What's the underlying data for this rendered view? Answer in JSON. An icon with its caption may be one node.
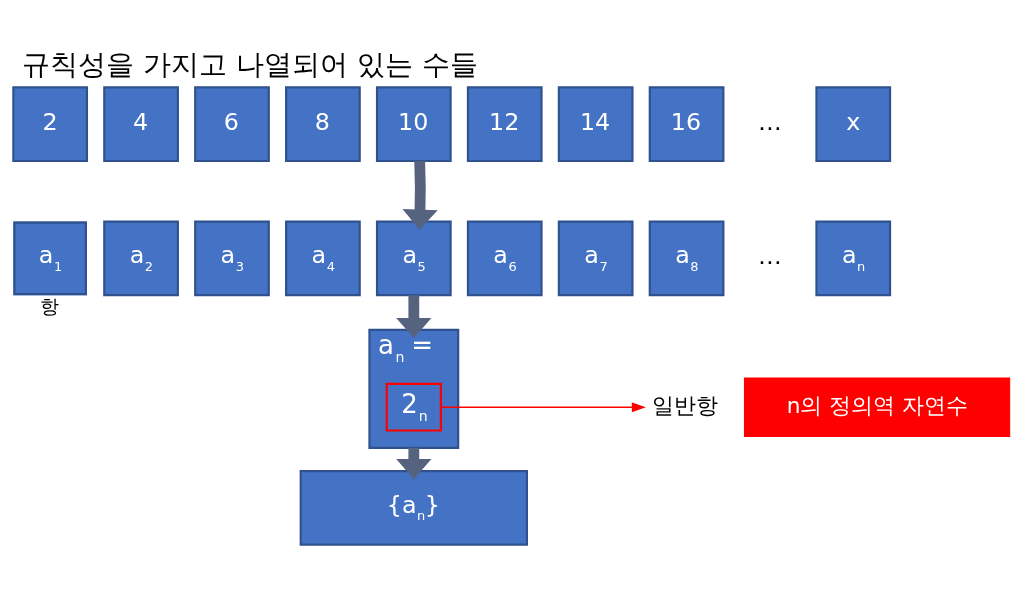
{
  "diagram": {
    "title": "규칙성을 가지고 나열되어 있는 수들",
    "nodes": [
      {
        "text": [
          "2"
        ]
      },
      {
        "text": [
          "4"
        ]
      },
      {
        "text": [
          "6"
        ]
      },
      {
        "text": [
          "8"
        ]
      },
      {
        "text": [
          "10"
        ]
      },
      {
        "text": [
          "12"
        ]
      },
      {
        "text": [
          "14"
        ]
      },
      {
        "text": [
          "16"
        ]
      },
      {
        "text": [
          "x"
        ]
      },
      {
        "text": [
          "a$_{1}$"
        ],
        "beside": [
          "항"
        ]
      },
      {
        "text": [
          "a$_{2}$"
        ]
      },
      {
        "text": [
          "a$_{3}$"
        ]
      },
      {
        "text": [
          "a$_{4}$"
        ]
      },
      {
        "text": [
          "a$_{5}$"
        ]
      },
      {
        "text": [
          "a$_{6}$"
        ]
      },
      {
        "text": [
          "a$_{7}$"
        ]
      },
      {
        "text": [
          "a$_{8}$"
        ]
      },
      {
        "text": [
          "a$_{n}$"
        ]
      },
      {
        "text": [
          "a$_{n}$ ="
        ]
      },
      {
        "text": [
          "2$_{n}$"
        ],
        "in": 18
      },
      {
        "text": [
          "일반항"
        ]
      },
      {
        "text": [
          "n의 정의역 자연수"
        ]
      },
      {
        "text": [
          "{a$_{n}$}"
        ]
      }
    ],
    "edges": [
      {
        "from": 4,
        "to": 13,
        "arrow": "to"
      },
      {
        "from": 13,
        "to": 18,
        "arrow": "to"
      },
      {
        "from": 19,
        "to": 20,
        "arrow": "to",
        "color": "#ff0000"
      },
      {
        "from": 18,
        "to": 22,
        "arrow": "to"
      }
    ],
    "labels": [
      "…",
      "…"
    ]
  }
}
